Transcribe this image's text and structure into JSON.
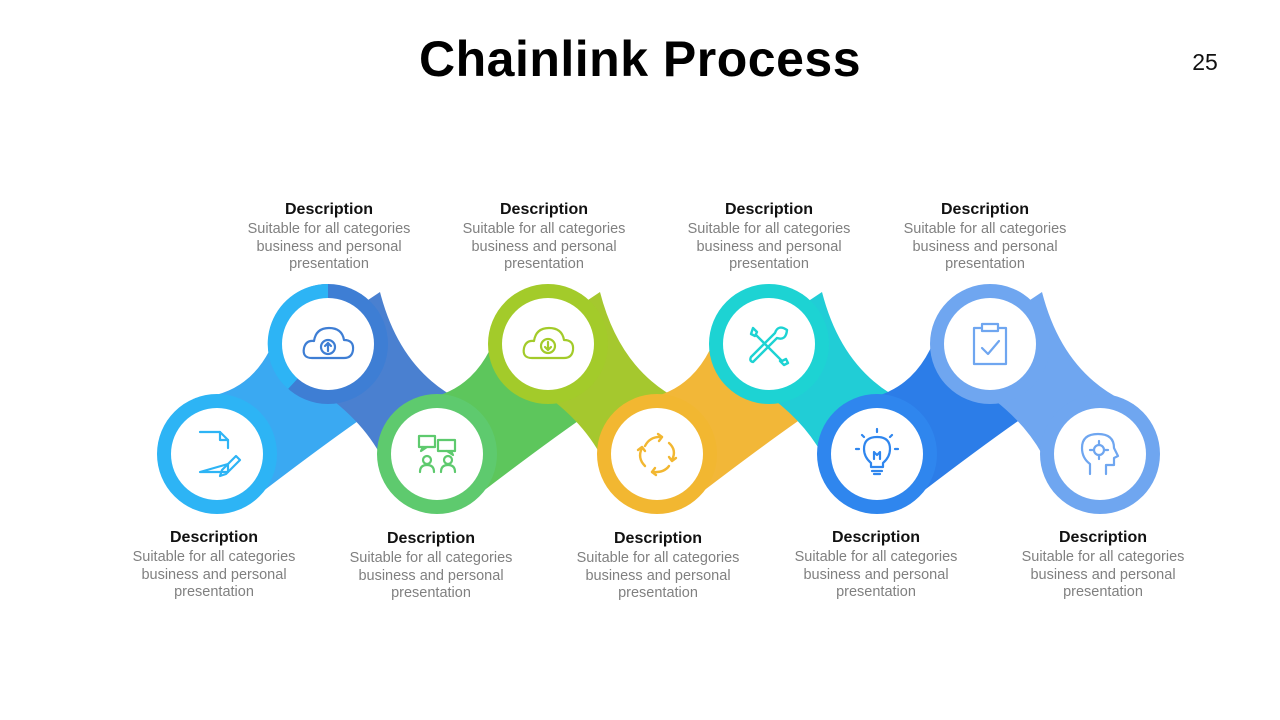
{
  "slide": {
    "title": "Chainlink Process",
    "page_number": "25"
  },
  "steps": [
    {
      "heading": "Description",
      "text": "Suitable for all categories business and personal presentation",
      "color": "#2DB4F5",
      "icon": "document-edit-icon"
    },
    {
      "heading": "Description",
      "text": "Suitable for all categories business and personal presentation",
      "color": "#3E7ED4",
      "icon": "cloud-upload-icon"
    },
    {
      "heading": "Description",
      "text": "Suitable for all categories business and personal presentation",
      "color": "#5ECA6E",
      "icon": "team-discussion-icon"
    },
    {
      "heading": "Description",
      "text": "Suitable for all categories business and personal presentation",
      "color": "#A3CB2A",
      "icon": "cloud-download-icon"
    },
    {
      "heading": "Description",
      "text": "Suitable for all categories business and personal presentation",
      "color": "#F2B731",
      "icon": "refresh-cycle-icon"
    },
    {
      "heading": "Description",
      "text": "Suitable for all categories business and personal presentation",
      "color": "#1DD3D3",
      "icon": "tools-icon"
    },
    {
      "heading": "Description",
      "text": "Suitable for all categories business and personal presentation",
      "color": "#2F86EE",
      "icon": "lightbulb-icon"
    },
    {
      "heading": "Description",
      "text": "Suitable for all categories business and personal presentation",
      "color": "#6FA6F0",
      "icon": "clipboard-check-icon"
    },
    {
      "heading": "Description",
      "text": "Suitable for all categories business and personal presentation",
      "color": "#6FA6F0",
      "icon": "head-gear-icon"
    }
  ]
}
